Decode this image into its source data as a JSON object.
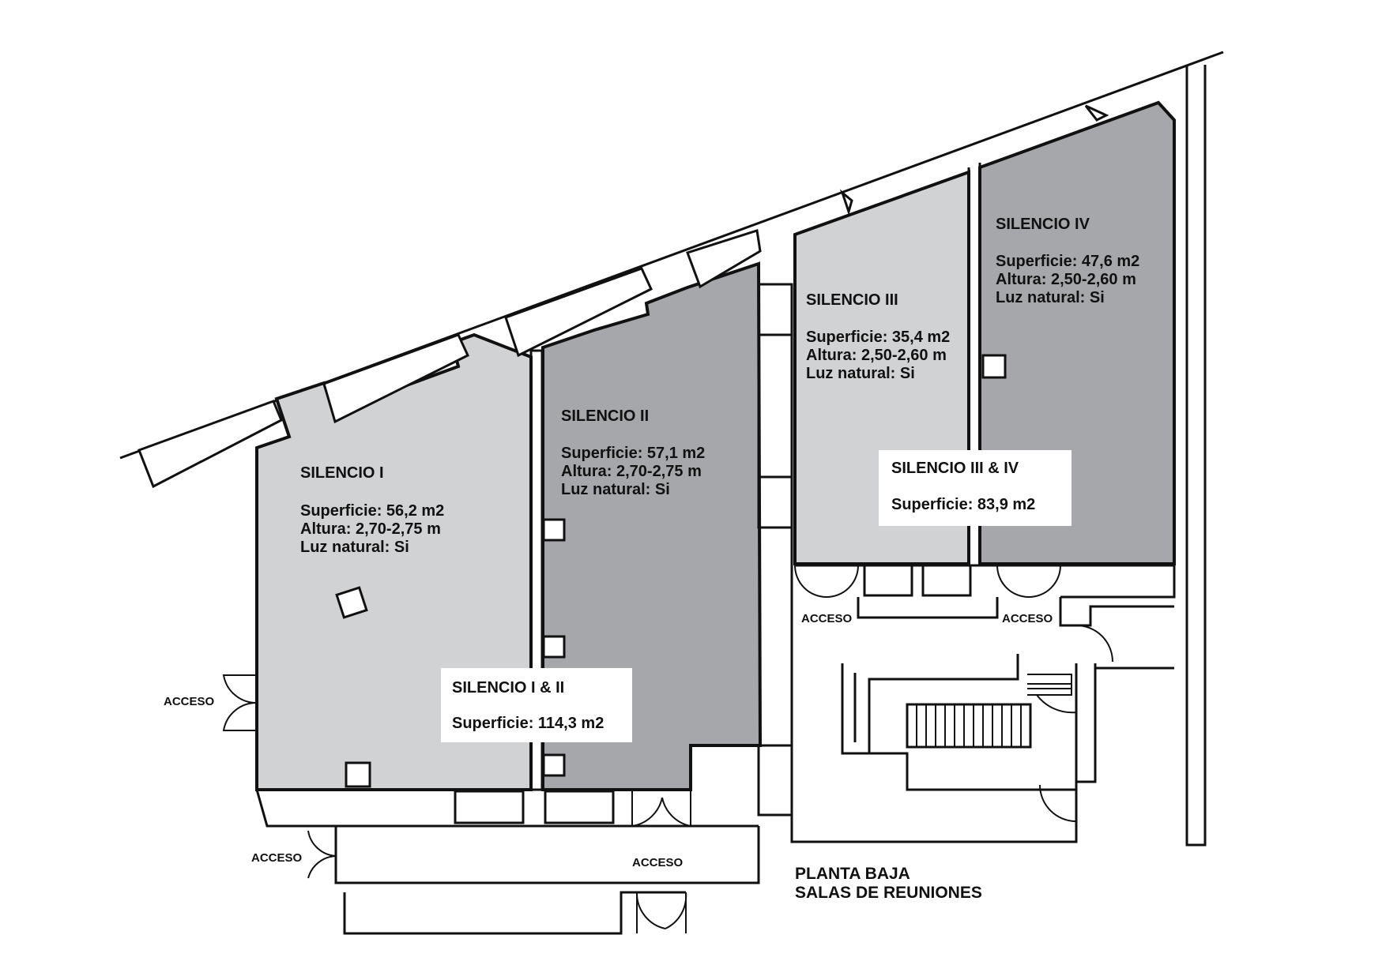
{
  "rooms": {
    "silencio_1": {
      "name": "SILENCIO I",
      "superficie": "Superficie: 56,2 m2",
      "altura": "Altura: 2,70-2,75 m",
      "luz": "Luz natural:  Si"
    },
    "silencio_2": {
      "name": "SILENCIO II",
      "superficie": "Superficie: 57,1 m2",
      "altura": "Altura: 2,70-2,75 m",
      "luz": "Luz natural: Si"
    },
    "silencio_3": {
      "name": "SILENCIO III",
      "superficie": "Superficie: 35,4 m2",
      "altura": "Altura: 2,50-2,60 m",
      "luz": "Luz natural: Si"
    },
    "silencio_4": {
      "name": "SILENCIO IV",
      "superficie": "Superficie: 47,6 m2",
      "altura": "Altura:  2,50-2,60 m",
      "luz": "Luz natural: Si"
    }
  },
  "combined": {
    "c12": {
      "name": "SILENCIO I &  II",
      "superficie": "Superficie: 114,3 m2"
    },
    "c34": {
      "name": "SILENCIO III & IV",
      "superficie": "Superficie: 83,9 m2"
    }
  },
  "access_labels": [
    "ACCESO",
    "ACCESO",
    "ACCESO",
    "ACCESO",
    "ACCESO"
  ],
  "plan_title": {
    "line1": "PLANTA BAJA",
    "line2": "SALAS DE REUNIONES"
  },
  "colors": {
    "room_light": "#d1d2d4",
    "room_dark": "#a6a7aa",
    "wall": "#111111"
  }
}
